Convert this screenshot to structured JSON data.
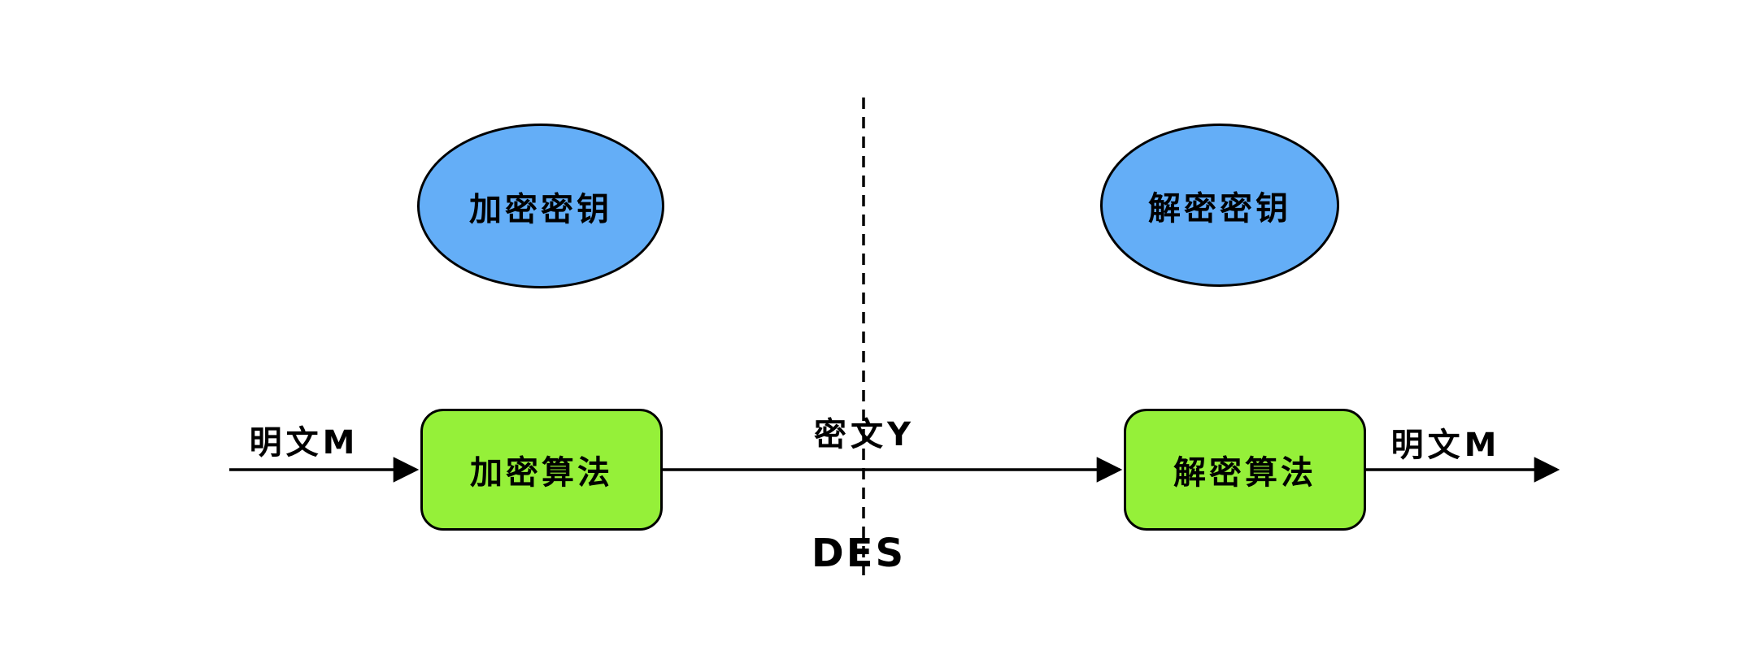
{
  "diagram": {
    "title_label": "DES",
    "nodes": {
      "encrypt_key": {
        "label": "加密密钥",
        "shape": "ellipse"
      },
      "decrypt_key": {
        "label": "解密密钥",
        "shape": "ellipse"
      },
      "encrypt_algo": {
        "label": "加密算法",
        "shape": "rounded-rect"
      },
      "decrypt_algo": {
        "label": "解密算法",
        "shape": "rounded-rect"
      }
    },
    "edges": {
      "plaintext_in": {
        "label": "明文M"
      },
      "ciphertext": {
        "label": "密文Y"
      },
      "plaintext_out": {
        "label": "明文M"
      }
    },
    "colors": {
      "key_fill": "#64AEF7",
      "algo_fill": "#95F039",
      "stroke": "#000000",
      "background": "#FFFFFF"
    }
  }
}
